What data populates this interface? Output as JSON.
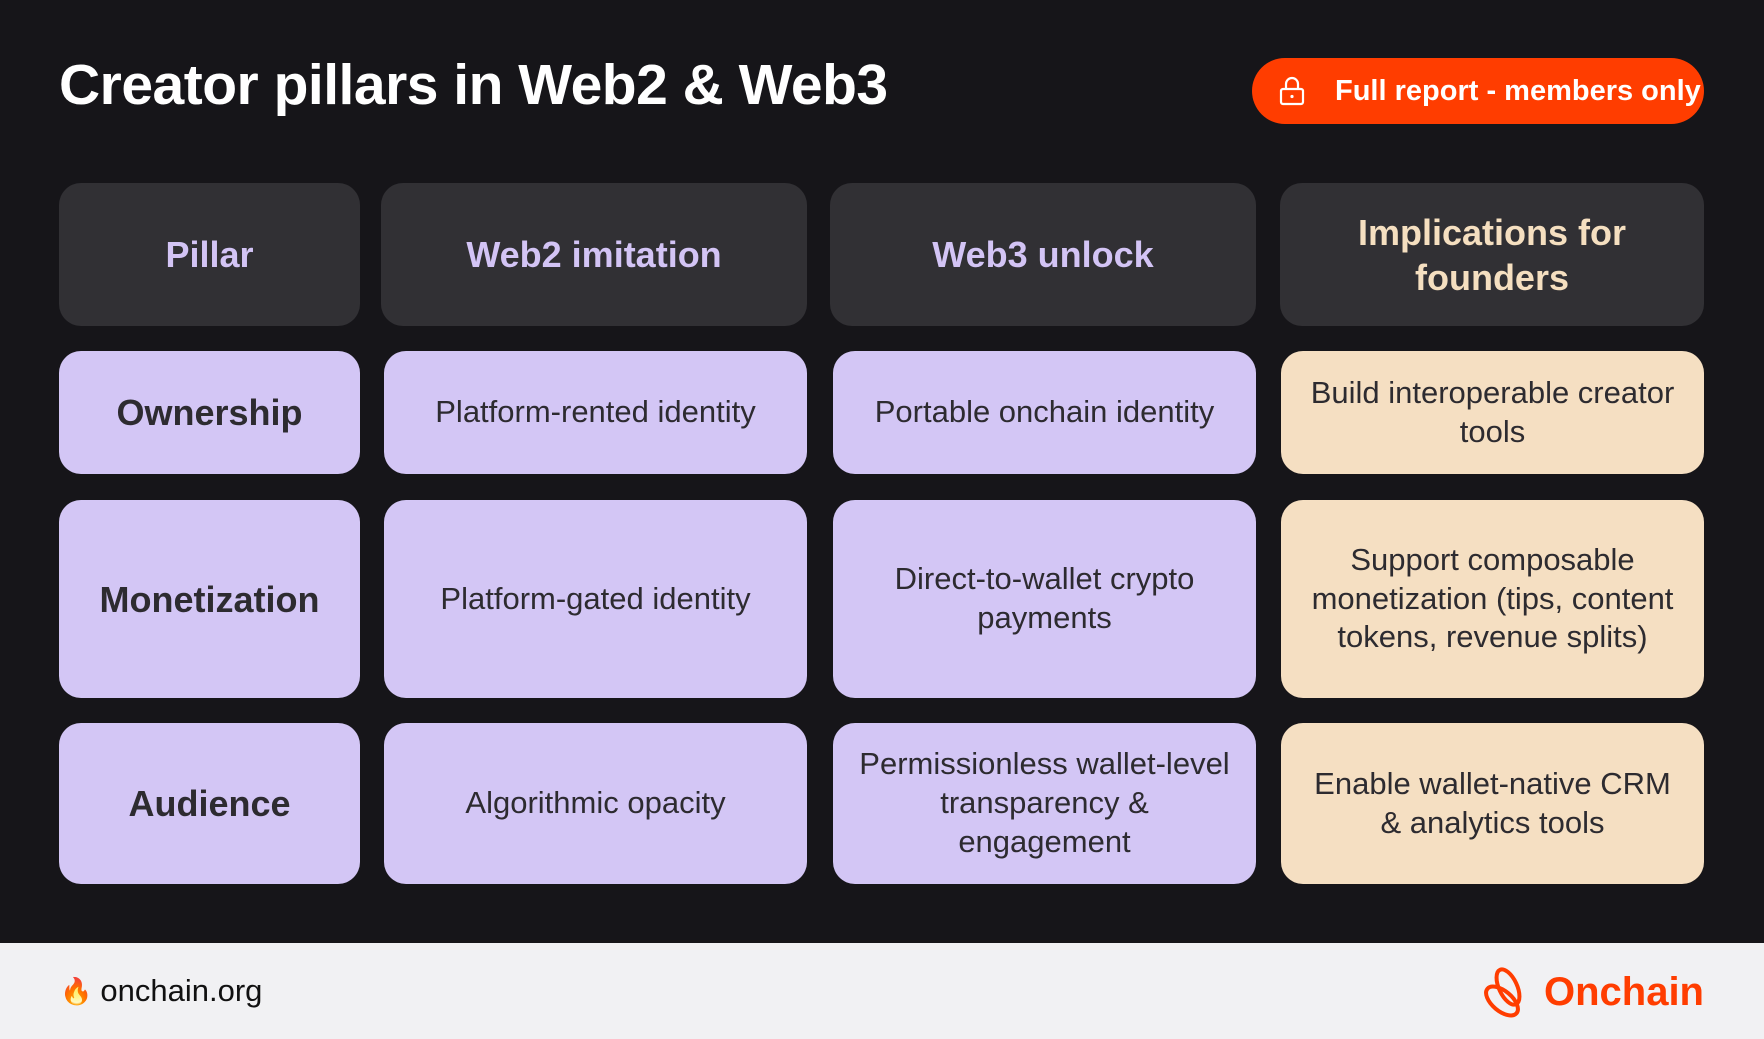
{
  "title": "Creator pillars in Web2 & Web3",
  "cta": {
    "label": "Full report - members only",
    "icon": "lock-icon"
  },
  "headers": [
    "Pillar",
    "Web2 imitation",
    "Web3 unlock",
    "Implications for founders"
  ],
  "rows": [
    {
      "pillar": "Ownership",
      "web2": "Platform-rented identity",
      "web3": "Portable onchain identity",
      "implication": "Build interoperable creator tools"
    },
    {
      "pillar": "Monetization",
      "web2": "Platform-gated identity",
      "web3": "Direct-to-wallet crypto payments",
      "implication": "Support composable monetization (tips, content tokens, revenue splits)"
    },
    {
      "pillar": "Audience",
      "web2": "Algorithmic opacity",
      "web3": "Permissionless wallet-level transparency & engagement",
      "implication": "Enable wallet-native CRM & analytics tools"
    }
  ],
  "footer": {
    "site": "onchain.org",
    "brand": "Onchain"
  },
  "colors": {
    "accent": "#ff3d00",
    "lavender": "#d3c6f5",
    "peach": "#f5dfc2",
    "background": "#161519"
  }
}
